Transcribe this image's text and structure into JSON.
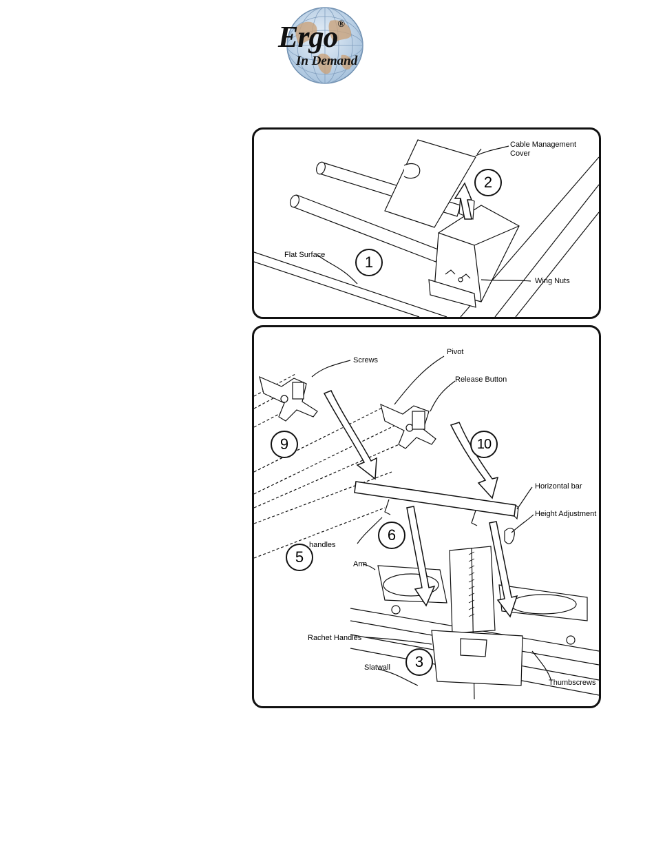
{
  "brand": {
    "name": "Ergo",
    "registered": "®",
    "tagline": "In Demand",
    "colors": {
      "globe_water": "#cfe0ef",
      "globe_land": "#c9a27c",
      "text": "#111111"
    }
  },
  "panels": {
    "top": {
      "labels": {
        "cable_cover": "Cable Management\nCover",
        "flat_surface": "Flat Surface",
        "wing_nuts": "Wing Nuts"
      },
      "steps": [
        "1",
        "2"
      ]
    },
    "bottom": {
      "labels": {
        "screws": "Screws",
        "pivot": "Pivot",
        "release_button": "Release Button",
        "horizontal_bar": "Horizontal bar",
        "height_adjustment": "Height Adjustment",
        "handles": "handles",
        "arm": "Arm",
        "rachet_handles": "Rachet Handles",
        "slatwall": "Slatwall",
        "thumbscrews": "Thumbscrews"
      },
      "steps": [
        "9",
        "10",
        "6",
        "5",
        "3"
      ]
    }
  }
}
